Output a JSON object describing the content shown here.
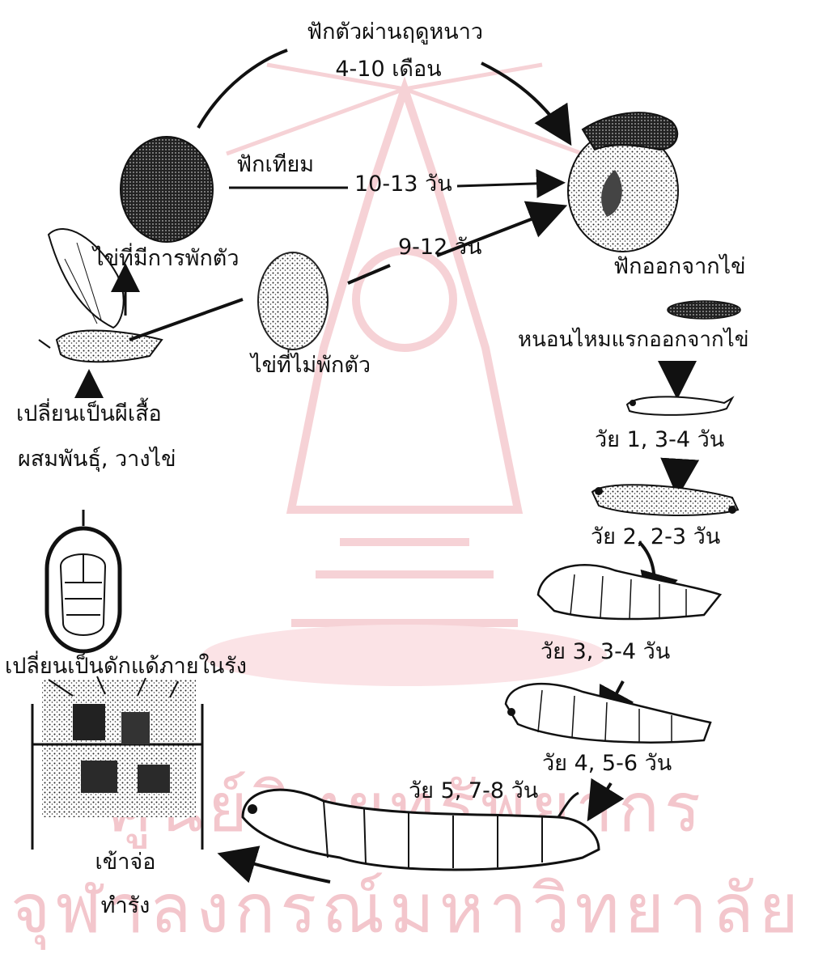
{
  "labels": {
    "diapause_winter": "ฟักตัวผ่านฤดูหนาว",
    "diapause_months": "4-10 เดือน",
    "artificial": "ฟักเทียม",
    "artificial_days": "10-13 วัน",
    "nondiapause_days": "9-12 วัน",
    "diapause_egg": "ไข่ที่มีการพักตัว",
    "nondiapause_egg": "ไข่ที่ไม่พักตัว",
    "hatch": "ฟักออกจากไข่",
    "first_larva": "หนอนไหมแรกออกจากไข่",
    "instar1": "วัย 1, 3-4 วัน",
    "instar2": "วัย 2, 2-3 วัน",
    "instar3": "วัย 3, 3-4 วัน",
    "instar4": "วัย 4, 5-6 วัน",
    "instar5": "วัย 5, 7-8 วัน",
    "moth_line1": "เปลี่ยนเป็นผีเสื้อ",
    "moth_line2": "ผสมพันธุ์, วางไข่",
    "pupa": "เปลี่ยนเป็นดักแด้ภายในรัง",
    "mount_line1": "เข้าจ่อ",
    "mount_line2": "ทำรัง"
  },
  "watermark": {
    "line1": "ศูนย์วิทยทรัพยากร",
    "line2": "จุฬาลงกรณ์มหาวิทยาลัย",
    "color": "#f3c6cc"
  },
  "colors": {
    "ink": "#111111",
    "paper": "#ffffff"
  }
}
